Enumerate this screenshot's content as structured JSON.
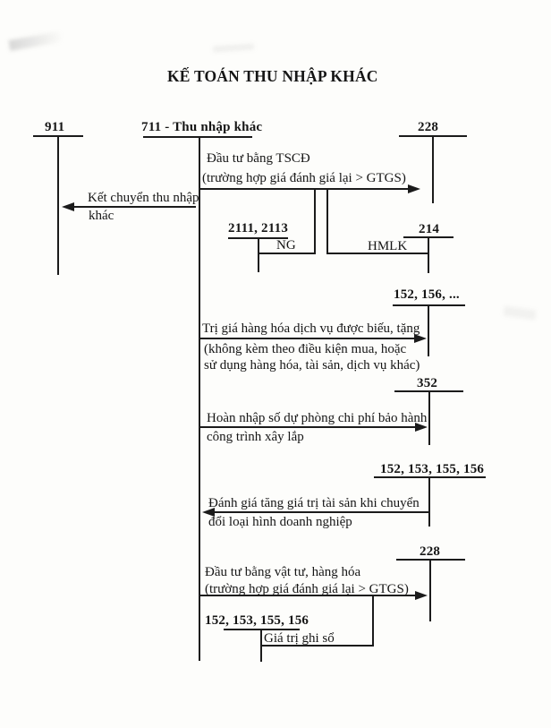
{
  "title": "KẾ TOÁN THU NHẬP KHÁC",
  "ink": "#1b1b1b",
  "accounts": {
    "a911": "911",
    "a711": "711 - Thu nhập khác",
    "a228_top": "228",
    "a2111_2113": "2111, 2113",
    "a214": "214",
    "a152_156": "152, 156, ...",
    "a352": "352",
    "a152_153_155_156_right": "152, 153, 155, 156",
    "a228_bottom": "228",
    "a152_153_155_156_bottom": "152, 153, 155, 156"
  },
  "labels": {
    "ng": "NG",
    "hmlk": "HMLK",
    "gia_tri_ghi_so": "Giá trị ghi sổ"
  },
  "flows": {
    "dau_tu_tscd": {
      "line1": "Đầu tư bằng TSCĐ",
      "line2": "(trường hợp giá đánh giá lại > GTGS)"
    },
    "ket_chuyen": {
      "line1": "Kết chuyển thu nhập",
      "line2": "khác"
    },
    "bieu_tang": {
      "line1": "Trị giá hàng hóa dịch vụ được biếu, tặng",
      "line2": "(không kèm theo điều kiện mua, hoặc",
      "line3": "sử dụng hàng hóa, tài sản, dịch vụ khác)"
    },
    "hoan_nhap": {
      "line1": "Hoàn nhập số dự phòng chi phí bảo hành",
      "line2": "công trình xây lắp"
    },
    "danh_gia": {
      "line1": "Đánh giá tăng giá trị tài sản khi chuyển",
      "line2": "đổi loại hình doanh nghiệp"
    },
    "dau_tu_vat_tu": {
      "line1": "Đầu tư bằng vật tư, hàng hóa",
      "line2": "(trường hợp giá đánh giá lại > GTGS)"
    }
  }
}
